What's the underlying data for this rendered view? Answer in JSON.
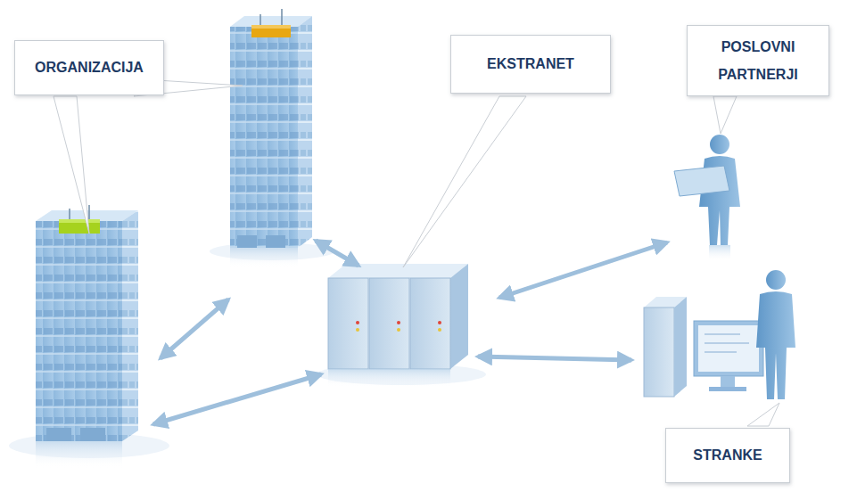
{
  "diagram": {
    "nodes": [
      {
        "text": [
          "ORGANIZACIJA"
        ]
      },
      {
        "text": [
          "EKSTRANET"
        ]
      },
      {
        "text": [
          "POSLOVNI PARTNERJI"
        ]
      },
      {
        "text": [
          "STRANKE"
        ]
      }
    ]
  }
}
